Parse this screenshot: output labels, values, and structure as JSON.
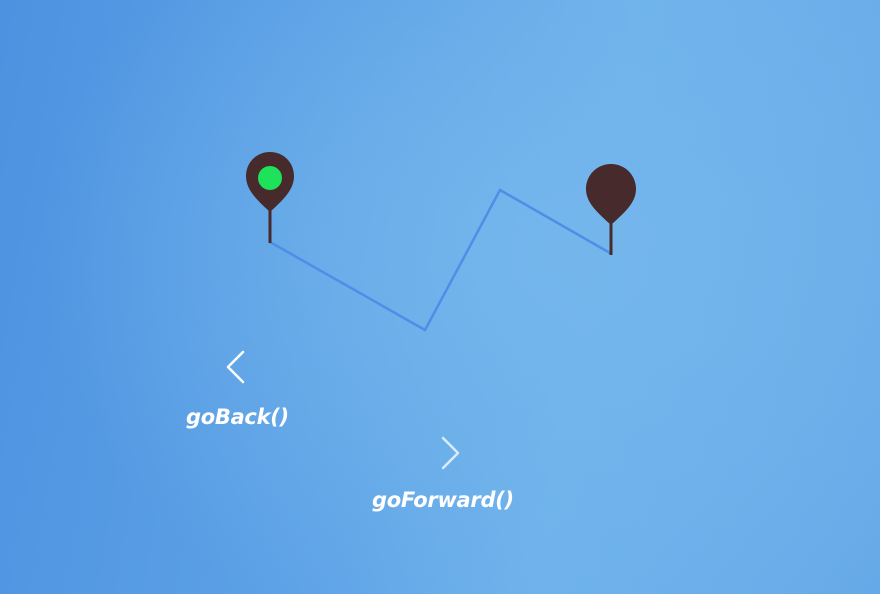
{
  "navigation": {
    "back_label": "goBack()",
    "forward_label": "goForward()",
    "back_icon": "chevron-left-icon",
    "forward_icon": "chevron-right-icon"
  },
  "markers": {
    "start": {
      "icon": "map-pin-icon",
      "state": "current",
      "dot_color": "#1de25a"
    },
    "end": {
      "icon": "map-pin-icon",
      "state": "inactive"
    }
  },
  "colors": {
    "pin": "#472a2b",
    "route": "#4f8ee6",
    "text": "#ffffff"
  }
}
